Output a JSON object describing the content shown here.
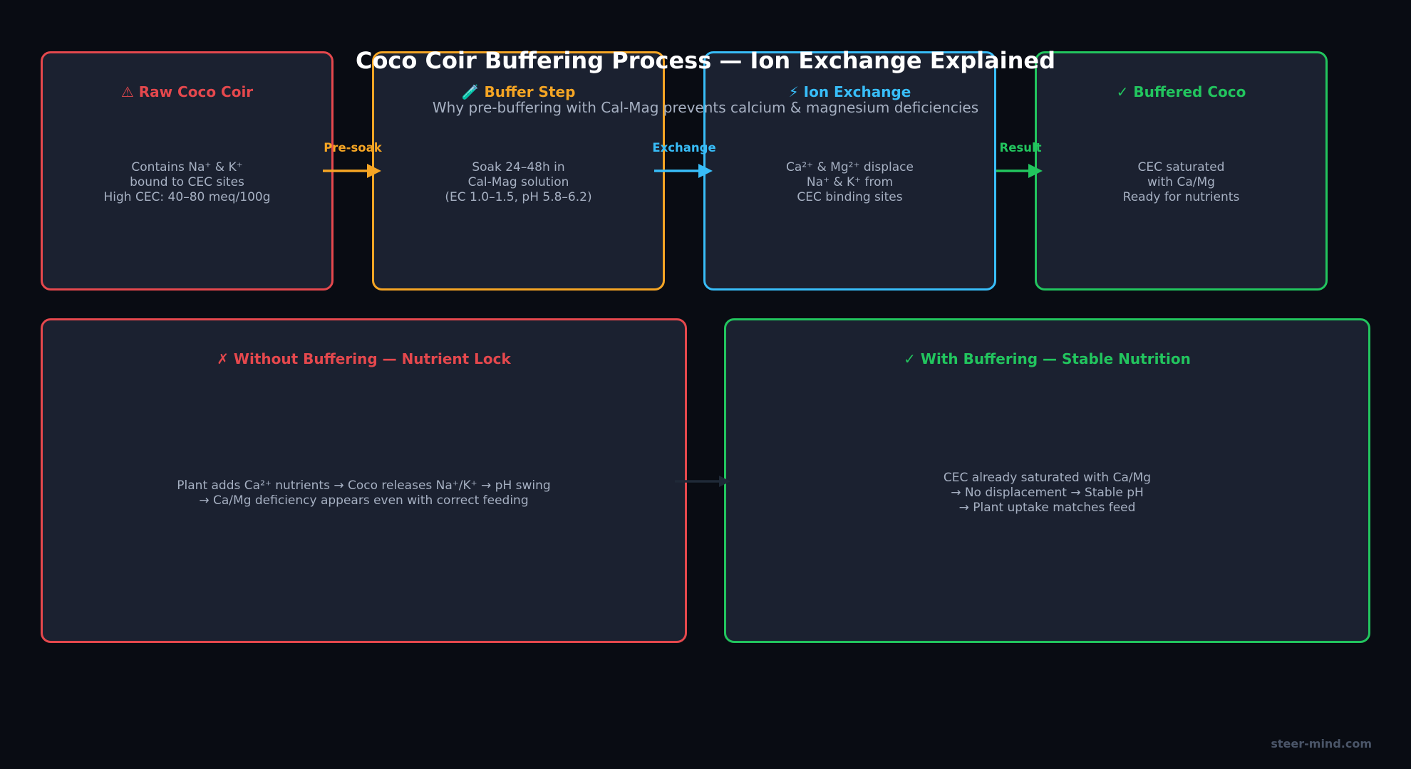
{
  "header": {
    "title": "Coco Coir Buffering Process — Ion Exchange Explained",
    "subtitle": "Why pre-buffering with Cal-Mag prevents calcium & magnesium deficiencies"
  },
  "steps": [
    {
      "icon": "warning-icon",
      "title": "⚠ Raw Coco Coir",
      "body": "Contains Na⁺ & K⁺\nbound to CEC sites\nHigh CEC: 40–80 meq/100g",
      "color": "#e5484d"
    },
    {
      "icon": "buffer-icon",
      "title": "🧪 Buffer Step",
      "body": "Soak 24–48h in\nCal-Mag solution\n(EC 1.0–1.5, pH 5.8–6.2)",
      "color": "#f5a524"
    },
    {
      "icon": "lightning-icon",
      "title": "⚡ Ion Exchange",
      "body": "Ca²⁺ & Mg²⁺ displace\nNa⁺ & K⁺ from\nCEC binding sites",
      "color": "#38bdf8"
    },
    {
      "icon": "check-icon",
      "title": "✓ Buffered Coco",
      "body": "CEC saturated\nwith Ca/Mg\nReady for nutrients",
      "color": "#22c55e"
    }
  ],
  "arrows": [
    {
      "label": "Pre-soak",
      "color": "#f5a524"
    },
    {
      "label": "Exchange",
      "color": "#38bdf8"
    },
    {
      "label": "Result",
      "color": "#22c55e"
    }
  ],
  "comparison": {
    "without": {
      "title": "✗ Without Buffering — Nutrient Lock",
      "body": "Plant adds Ca²⁺ nutrients → Coco releases Na⁺/K⁺ → pH swing\n→ Ca/Mg deficiency appears even with correct feeding",
      "color": "#e5484d"
    },
    "with": {
      "title": "✓ With Buffering — Stable Nutrition",
      "body": "CEC already saturated with Ca/Mg\n→ No displacement → Stable pH\n→ Plant uptake matches feed",
      "color": "#22c55e"
    },
    "connector_color": "#1f2937"
  },
  "footer": {
    "credit": "steer-mind.com"
  },
  "colors": {
    "background": "#090c13",
    "box_fill": "#1b2130",
    "body_text": "#a6b0c2"
  }
}
